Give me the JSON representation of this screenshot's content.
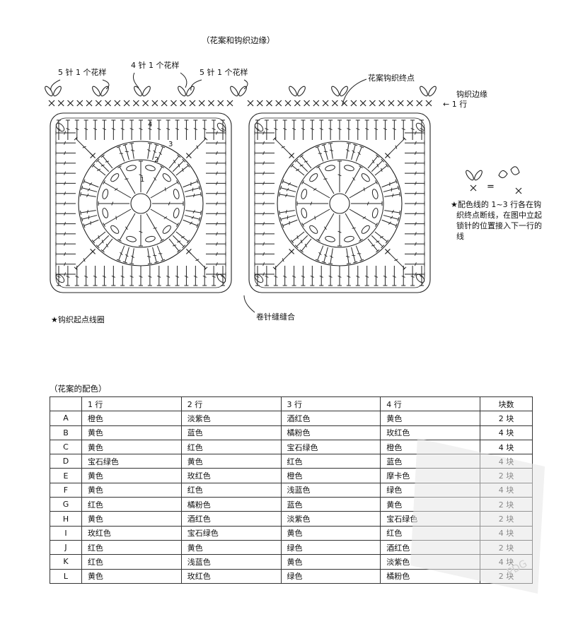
{
  "diagram": {
    "title": "（花案和钩织边缘）",
    "labels": {
      "five_a": "5 针 1 个花样",
      "four": "4 针 1 个花样",
      "five_b": "5 针 1 个花样",
      "end_point": "花案钩织终点",
      "edge": "钩织边缘",
      "edge_row": "← 1 行",
      "start": "★钩织起点线圈",
      "seam": "卷针缝缝合",
      "row1": "1",
      "row2": "2",
      "row3": "3",
      "row4": "4",
      "equals": "=",
      "note": [
        "★配色线的 1~3 行各在钩",
        "织终点断线，在图中立起",
        "锁针的位置接入下一行的",
        "线"
      ]
    }
  },
  "table": {
    "title": "（花案的配色）",
    "headers": [
      "",
      "1 行",
      "2 行",
      "3 行",
      "4 行",
      "块数"
    ],
    "rows": [
      [
        "A",
        "橙色",
        "淡紫色",
        "酒红色",
        "黄色",
        "2 块"
      ],
      [
        "B",
        "黄色",
        "蓝色",
        "橘粉色",
        "玫红色",
        "4 块"
      ],
      [
        "C",
        "黄色",
        "红色",
        "宝石绿色",
        "橙色",
        "4 块"
      ],
      [
        "D",
        "宝石绿色",
        "黄色",
        "红色",
        "蓝色",
        "4 块"
      ],
      [
        "E",
        "黄色",
        "玫红色",
        "橙色",
        "摩卡色",
        "2 块"
      ],
      [
        "F",
        "黄色",
        "红色",
        "浅蓝色",
        "绿色",
        "4 块"
      ],
      [
        "G",
        "红色",
        "橘粉色",
        "蓝色",
        "黄色",
        "2 块"
      ],
      [
        "H",
        "黄色",
        "酒红色",
        "淡紫色",
        "宝石绿色",
        "2 块"
      ],
      [
        "I",
        "玫红色",
        "宝石绿色",
        "黄色",
        "红色",
        "4 块"
      ],
      [
        "J",
        "红色",
        "黄色",
        "绿色",
        "酒红色",
        "2 块"
      ],
      [
        "K",
        "红色",
        "浅蓝色",
        "黄色",
        "淡紫色",
        "4 块"
      ],
      [
        "L",
        "黄色",
        "玫红色",
        "绿色",
        "橘粉色",
        "2 块"
      ]
    ]
  }
}
